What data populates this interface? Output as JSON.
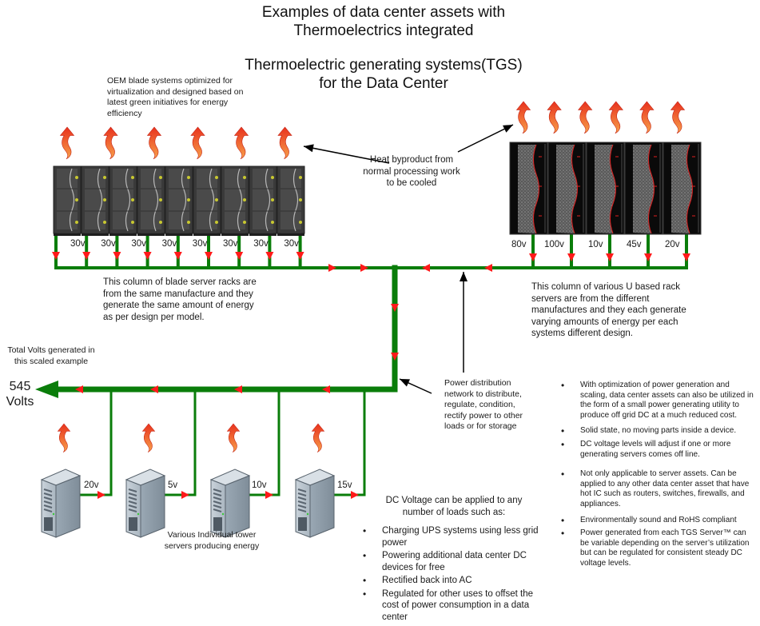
{
  "titles": {
    "line1": "Examples of data center assets with",
    "line2": "Thermoelectrics integrated",
    "line3": "Thermoelectric generating systems(TGS)",
    "line4": "for the Data Center"
  },
  "notes": {
    "oem_blade": [
      "OEM blade systems optimized for",
      "virtualization and designed based on",
      "latest green initiatives for energy",
      "efficiency"
    ],
    "heat_byproduct": [
      "Heat byproduct from",
      "normal processing work",
      "to be cooled"
    ],
    "blade_column": [
      "This column of blade server racks are",
      "from the same manufacture and they",
      "generate the same amount of energy",
      "as per design per model."
    ],
    "rack_column": [
      "This column of various U based rack",
      "servers are from the different",
      "manufactures and they each generate",
      "varying amounts of energy per each",
      "systems different design."
    ],
    "total_label": [
      "Total Volts generated in",
      "this scaled example"
    ],
    "total_value": "545",
    "total_unit": "Volts",
    "power_distribution": [
      "Power distribution",
      "network to distribute,",
      "regulate, condition,",
      "rectify power to other",
      "loads or for storage"
    ],
    "tower_caption": [
      "Various Individual tower",
      "servers producing energy"
    ]
  },
  "blade_servers": {
    "count": 9,
    "heat_icons": 6,
    "voltages": [
      "30v",
      "30v",
      "30v",
      "30v",
      "30v",
      "30v",
      "30v",
      "30v"
    ]
  },
  "rack_servers": {
    "count": 5,
    "voltages": [
      "80v",
      "100v",
      "10v",
      "45v",
      "20v"
    ]
  },
  "tower_servers": {
    "count": 4,
    "voltages": [
      "20v",
      "5v",
      "10v",
      "15v"
    ]
  },
  "loads": {
    "heading": [
      "DC Voltage can be applied to any",
      "number of loads such as:"
    ],
    "items": [
      "Charging UPS systems using less grid power",
      "Powering additional data center DC devices for free",
      "Rectified back into AC",
      "Regulated for other uses to offset the cost of power consumption in a data center"
    ]
  },
  "benefits": [
    "With optimization of power generation and scaling, data center assets can also be utilized in the form of a small power generating utility to produce off grid DC at a much reduced cost.",
    "Solid state, no moving parts inside a device.",
    "DC voltage levels will adjust if one or more generating servers comes off line.",
    "Not only applicable to server assets. Can be applied to any other data center asset that have hot IC such as routers, switches, firewalls, and appliances.",
    "Environmentally sound and RoHS compliant",
    "Power generated from each TGS Server™ can be variable depending on the server’s utilization but can be regulated for consistent steady DC voltage levels."
  ],
  "colors": {
    "wire": "#0a7d0a",
    "flow_arrow": "#ff1a1a",
    "heat_top": "#e8321e",
    "heat_bottom": "#f7a04a",
    "blade_body": "#3a3a3a",
    "blade_led": "#c8c830",
    "rack_body": "#0a0a0a",
    "rack_wave": "#e01e1e",
    "tower_body": "#8a98a4"
  }
}
